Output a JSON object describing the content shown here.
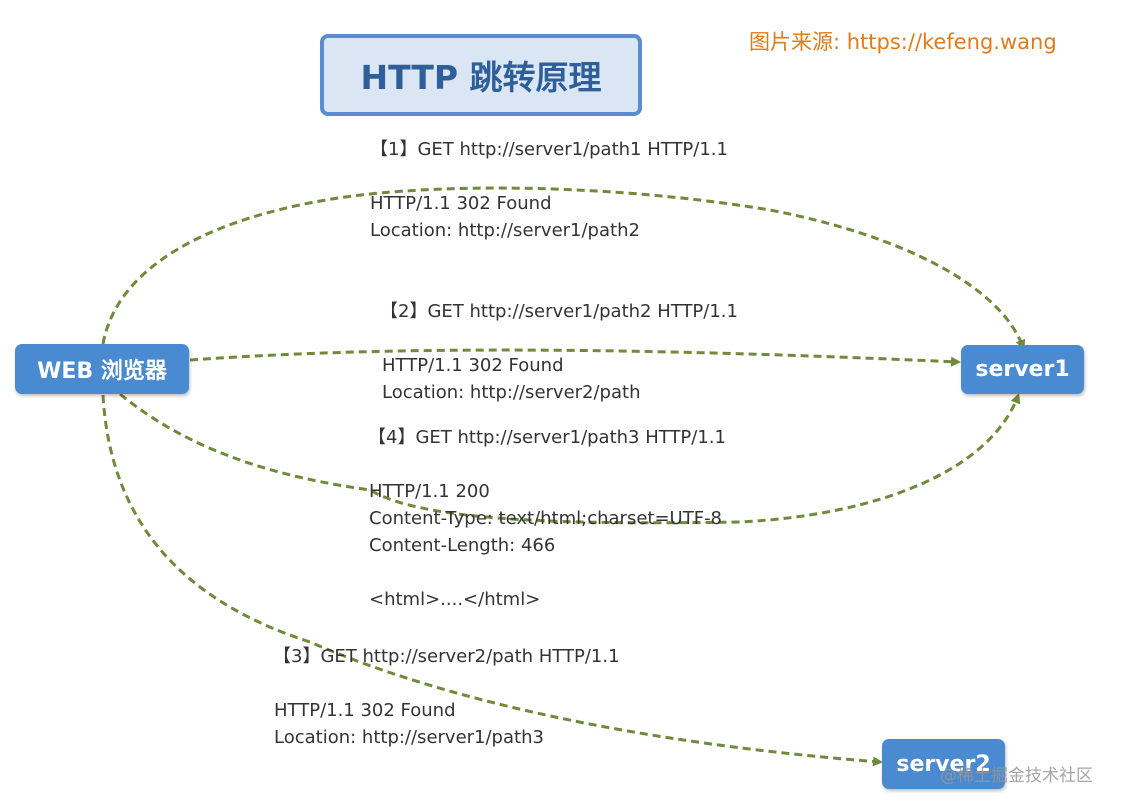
{
  "title": "HTTP 跳转原理",
  "image_source": "图片来源: https://kefeng.wang",
  "watermark": "@稀土掘金技术社区",
  "colors": {
    "edge": "#6f8a3a",
    "node": "#4a8ad0",
    "title_border": "#5b8bd0",
    "source_text": "#e07b1a"
  },
  "nodes": {
    "browser": "WEB 浏览器",
    "server1": "server1",
    "server2": "server2"
  },
  "messages": {
    "step1_request": "【1】GET http://server1/path1 HTTP/1.1",
    "step1_response": "HTTP/1.1 302 Found\nLocation: http://server1/path2",
    "step2_request": "【2】GET http://server1/path2 HTTP/1.1",
    "step2_response": "HTTP/1.1 302 Found\nLocation: http://server2/path",
    "step4_request": "【4】GET http://server1/path3 HTTP/1.1",
    "step4_response": "HTTP/1.1 200\nContent-Type: text/html;charset=UTF-8\nContent-Length: 466\n\n<html>....</html>",
    "step3_request": "【3】GET http://server2/path HTTP/1.1",
    "step3_response": "HTTP/1.1 302 Found\nLocation: http://server1/path3"
  }
}
